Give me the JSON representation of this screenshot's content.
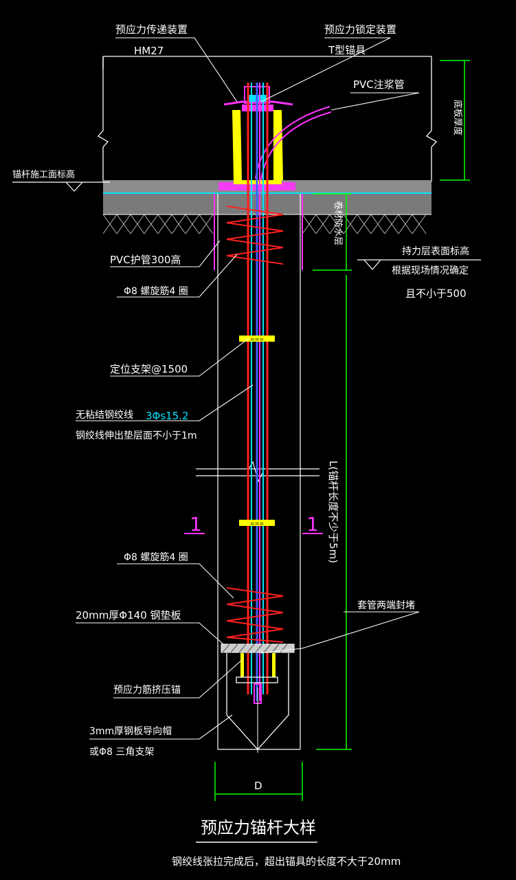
{
  "title": "预应力锚杆大样",
  "note": "钢绞线张拉完成后，超出锚具的长度不大于20mm",
  "labels": {
    "prestress_connector": "预应力传递装置",
    "hm27": "HM27",
    "prestress_lock": "预应力锁定装置",
    "t_anchor": "T型锚具",
    "pvc_grout": "PVC注浆管",
    "anchor_work_level": "锚杆施工面标高",
    "base_thickness": "底板厚度",
    "pvc_sleeve": "PVC护管300高",
    "spiral_top": "Φ8 螺旋筋4 圈",
    "waterproof": "卷材防水层",
    "bearing_layer": "持力层表面标高",
    "entry_depth": "根据现场情况确定",
    "entry_depth_2": "且不小于500",
    "spacer": "定位支架@1500",
    "strand": "无粘结钢绞线",
    "strand_spec": "3Φs15.2",
    "strand_note": "钢绞线伸出垫层面不小于1m",
    "section_mark_left": "1",
    "section_mark_right": "1",
    "length_dim": "L(锚杆长度不少于5m)",
    "spiral_bottom": "Φ8 螺旋筋4 圈",
    "plate": "20mm厚Φ140 钢垫板",
    "sleeve_seal": "套管两端封堵",
    "bottom_anchor": "预应力筋挤压锚",
    "guide_cap": "3mm厚钢板导向帽",
    "tripod": "或Φ8 三角支架",
    "diameter": "D"
  },
  "colors": {
    "background": "#000000",
    "lines": "#ffffff",
    "strand_red": "#ff2020",
    "strand_cyan": "#00e5ff",
    "strand_blue": "#4060ff",
    "strand_magenta": "#ff33ff",
    "yellow": "#ffff00",
    "green": "#00ff00",
    "gravel": "#9a9a9a",
    "section_mark": "#ff33ff"
  }
}
